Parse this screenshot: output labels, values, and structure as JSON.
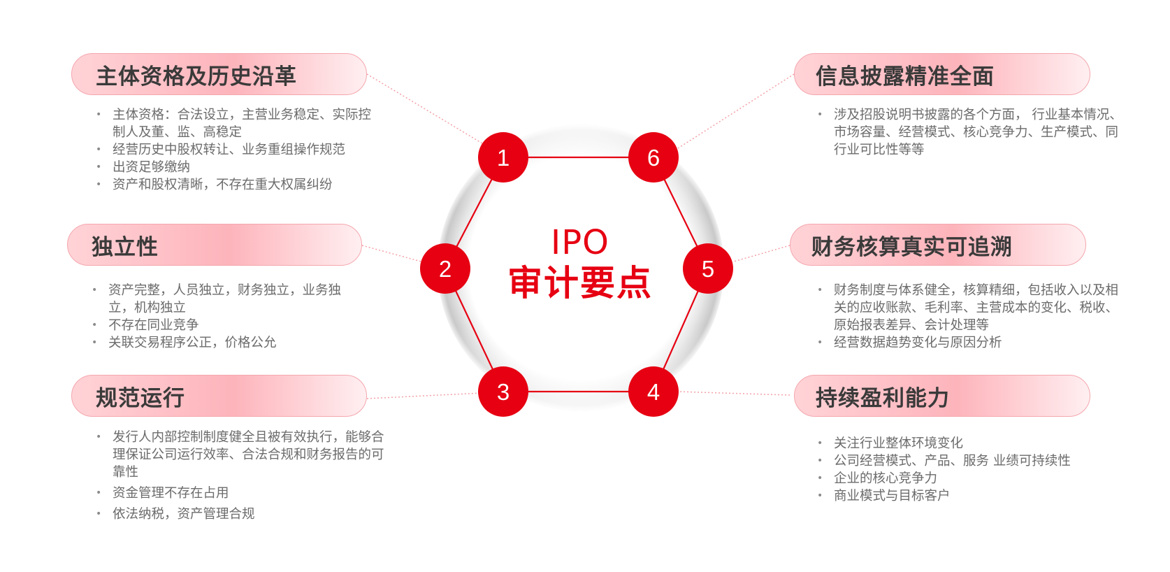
{
  "center": {
    "line1": "IPO",
    "line2": "审计要点"
  },
  "nodes": [
    "1",
    "2",
    "3",
    "4",
    "5",
    "6"
  ],
  "colors": {
    "accent": "#e60012",
    "connector": "#f4a0a7",
    "ring": "#cfcfcf"
  },
  "sections": [
    {
      "number": "1",
      "title": "主体资格及历史沿革",
      "items": [
        "主体资格：合法设立，主营业务稳定、实际控制人及董、监、高稳定",
        "经营历史中股权转让、业务重组操作规范",
        "出资足够缴纳",
        "资产和股权清晰，不存在重大权属纠纷"
      ]
    },
    {
      "number": "2",
      "title": "独立性",
      "items": [
        "资产完整，人员独立，财务独立，业务独立，机构独立",
        "不存在同业竞争",
        "关联交易程序公正，价格公允"
      ]
    },
    {
      "number": "3",
      "title": "规范运行",
      "items": [
        "发行人内部控制制度健全且被有效执行，能够合理保证公司运行效率、合法合规和财务报告的可靠性",
        "资金管理不存在占用",
        "依法纳税，资产管理合规"
      ]
    },
    {
      "number": "4",
      "title": "持续盈利能力",
      "items": [
        "关注行业整体环境变化",
        "公司经营模式、产品、服务 业绩可持续性",
        "企业的核心竞争力",
        "商业模式与目标客户"
      ]
    },
    {
      "number": "5",
      "title": "财务核算真实可追溯",
      "items": [
        "财务制度与体系健全，核算精细，包括收入以及相关的应收账款、毛利率、主营成本的变化、税收、原始报表差异、会计处理等",
        "经营数据趋势变化与原因分析"
      ]
    },
    {
      "number": "6",
      "title": "信息披露精准全面",
      "items": [
        "涉及招股说明书披露的各个方面， 行业基本情况、市场容量、经营模式、核心竞争力、生产模式、同行业可比性等等"
      ]
    }
  ]
}
